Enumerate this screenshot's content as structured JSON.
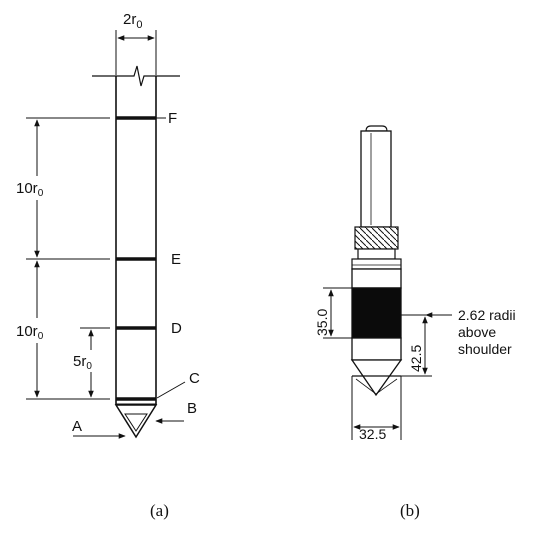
{
  "panel_a": {
    "caption": "(a)",
    "width_label": "2r",
    "width_label_sub": "0",
    "labels": {
      "F": "F",
      "E": "E",
      "D": "D",
      "C": "C",
      "B": "B",
      "A": "A"
    },
    "dim_upper": "10r",
    "dim_upper_sub": "0",
    "dim_lower": "10r",
    "dim_lower_sub": "0",
    "dim_inner": "5r",
    "dim_inner_sub": "0"
  },
  "panel_b": {
    "caption": "(b)",
    "dim_left": "35.0",
    "dim_right": "42.5",
    "dim_bottom": "32.5",
    "note_line1": "2.62 radii",
    "note_line2": "above",
    "note_line3": "shoulder"
  }
}
